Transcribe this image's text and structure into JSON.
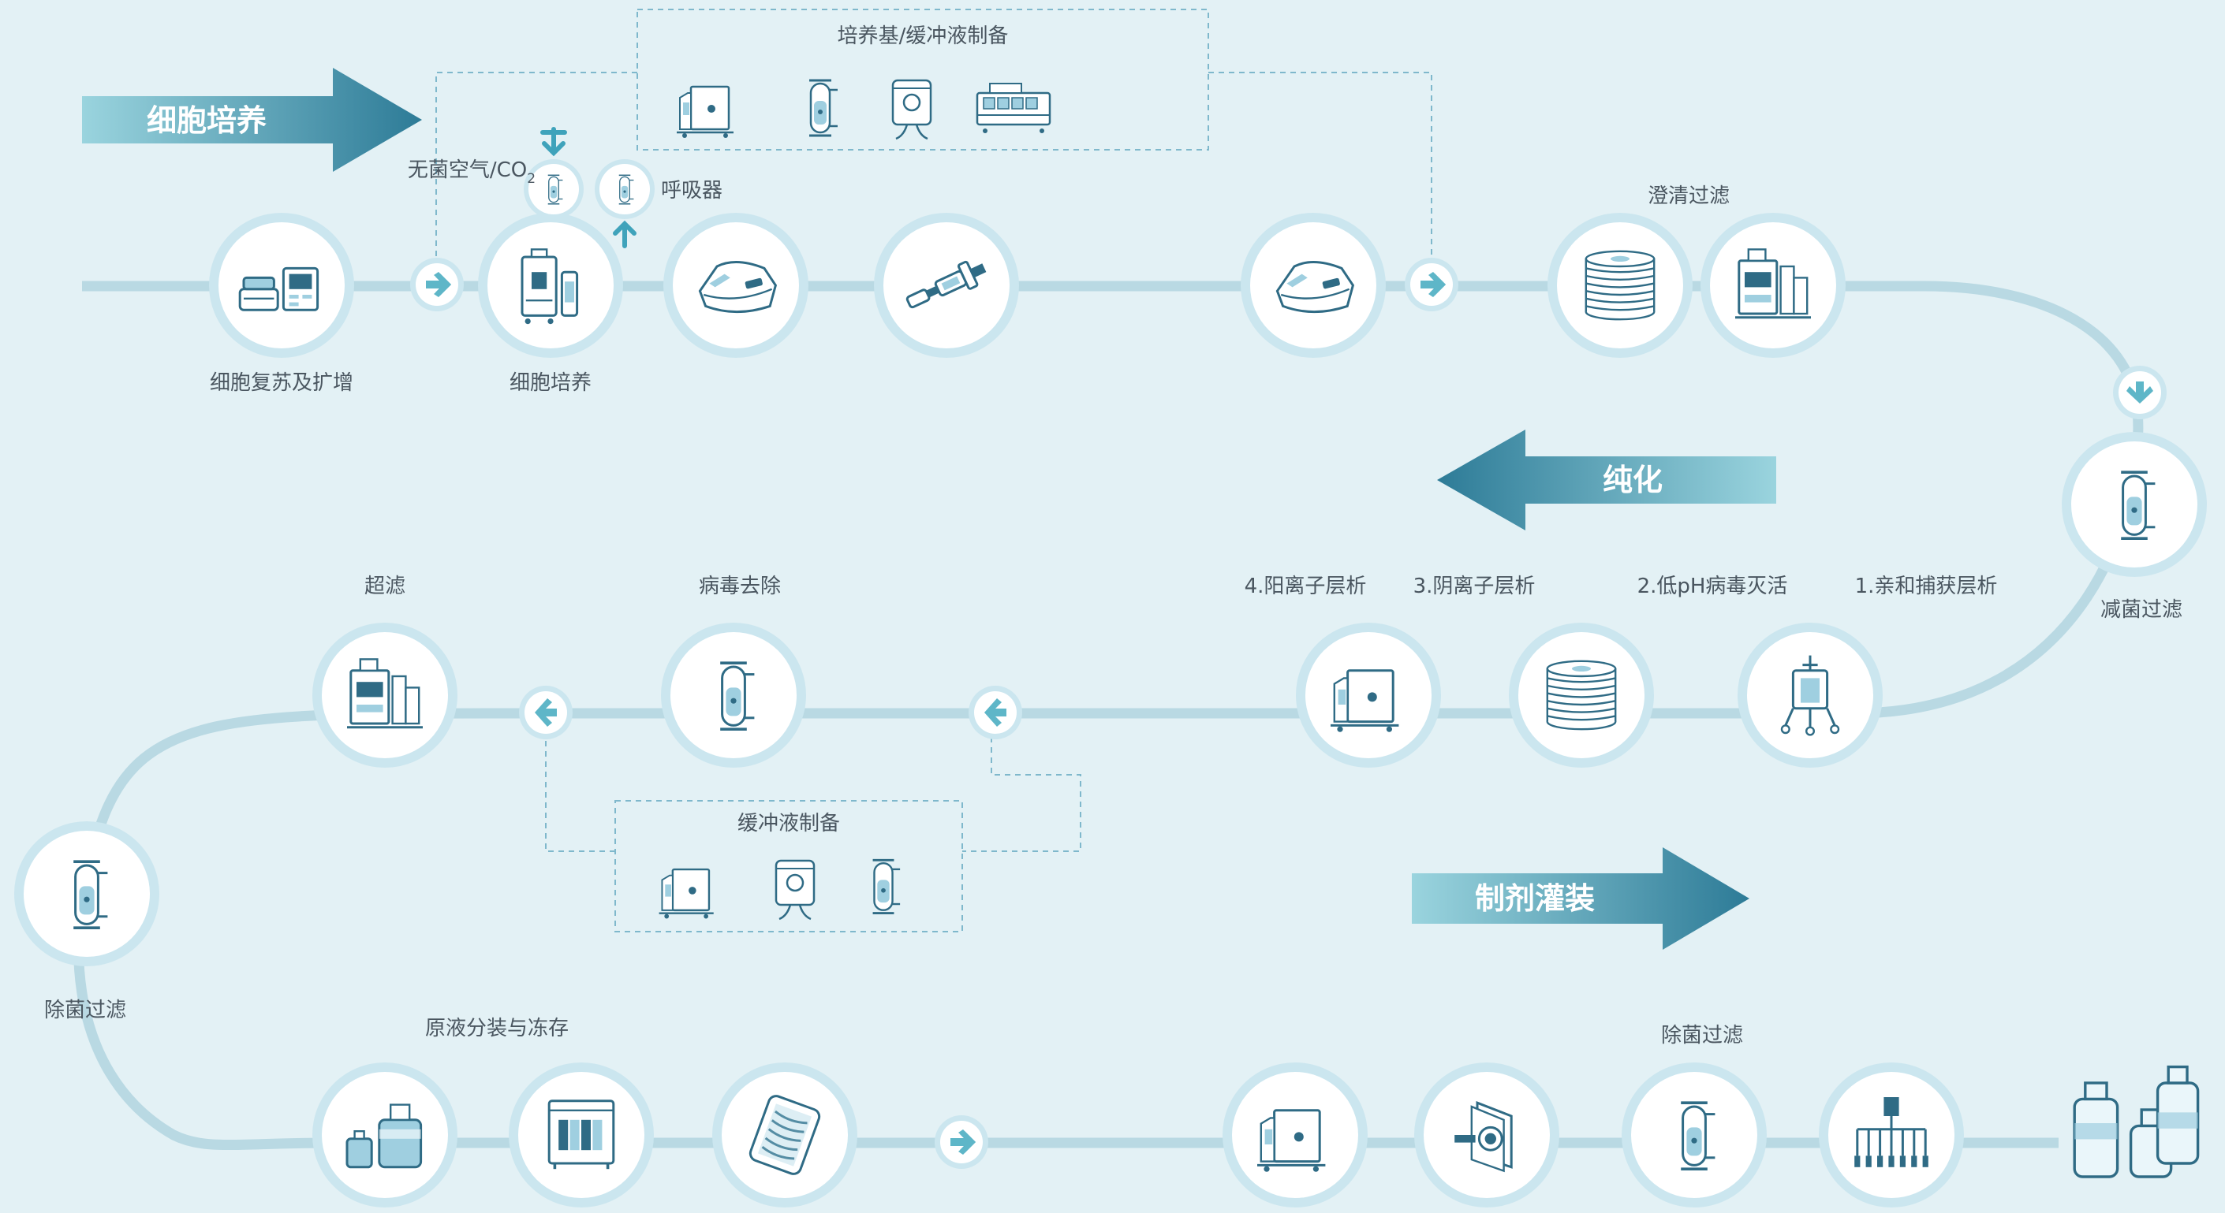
{
  "colors": {
    "background": "#e3f1f5",
    "track": "#b9d9e3",
    "ring": "#cbe6ef",
    "node_fill": "#ffffff",
    "icon_stroke": "#2f6b85",
    "icon_fill": "#9fcfe0",
    "arrow_light": "#93d0dc",
    "arrow_dark": "#2f7e99",
    "label": "#4a5660",
    "dashed": "#7fb8cc"
  },
  "stage_banners": {
    "cell_culture": "细胞培养",
    "purification": "纯化",
    "formulation_fill": "制剂灌装"
  },
  "labels": {
    "media_buffer_prep": "培养基/缓冲液制备",
    "sterile_air": "无菌空气/CO",
    "sterile_air_sub": "2",
    "breather": "呼吸器",
    "cell_recovery": "细胞复苏及扩增",
    "cell_culture_step": "细胞培养",
    "clarification": "澄清过滤",
    "sterilizing_reduction": "减菌过滤",
    "step1": "1.亲和捕获层析",
    "step2": "2.低pH病毒灭活",
    "step3": "3.阴离子层析",
    "step4": "4.阳离子层析",
    "virus_removal": "病毒去除",
    "ultrafiltration": "超滤",
    "buffer_prep": "缓冲液制备",
    "sterile_filtration_left": "除菌过滤",
    "bulk_dispense": "原液分装与冻存",
    "sterile_filtration_bottom": "除菌过滤"
  },
  "icons": {
    "cell_recovery": "incubator-and-shaker-icon",
    "bioreactor": "bioreactor-icon",
    "single_use_bag_1": "single-use-bag-icon",
    "tubing_assembly": "tubing-assembly-icon",
    "single_use_bag_2": "single-use-bag-icon",
    "depth_filter": "depth-filter-stack-icon",
    "filtration_system": "filtration-system-icon",
    "capsule_filter": "capsule-filter-icon",
    "chromatography_column": "chromatography-column-icon",
    "tank": "mixing-tank-icon",
    "bottles": "bottles-icon",
    "freezer": "freezer-cabinet-icon",
    "freeze_bag": "freeze-bag-icon",
    "pump_head": "pump-head-icon",
    "manifold": "filling-manifold-icon",
    "vials": "vials-icon",
    "media_bag": "media-bag-icon",
    "filling_machine": "filling-machine-icon"
  }
}
